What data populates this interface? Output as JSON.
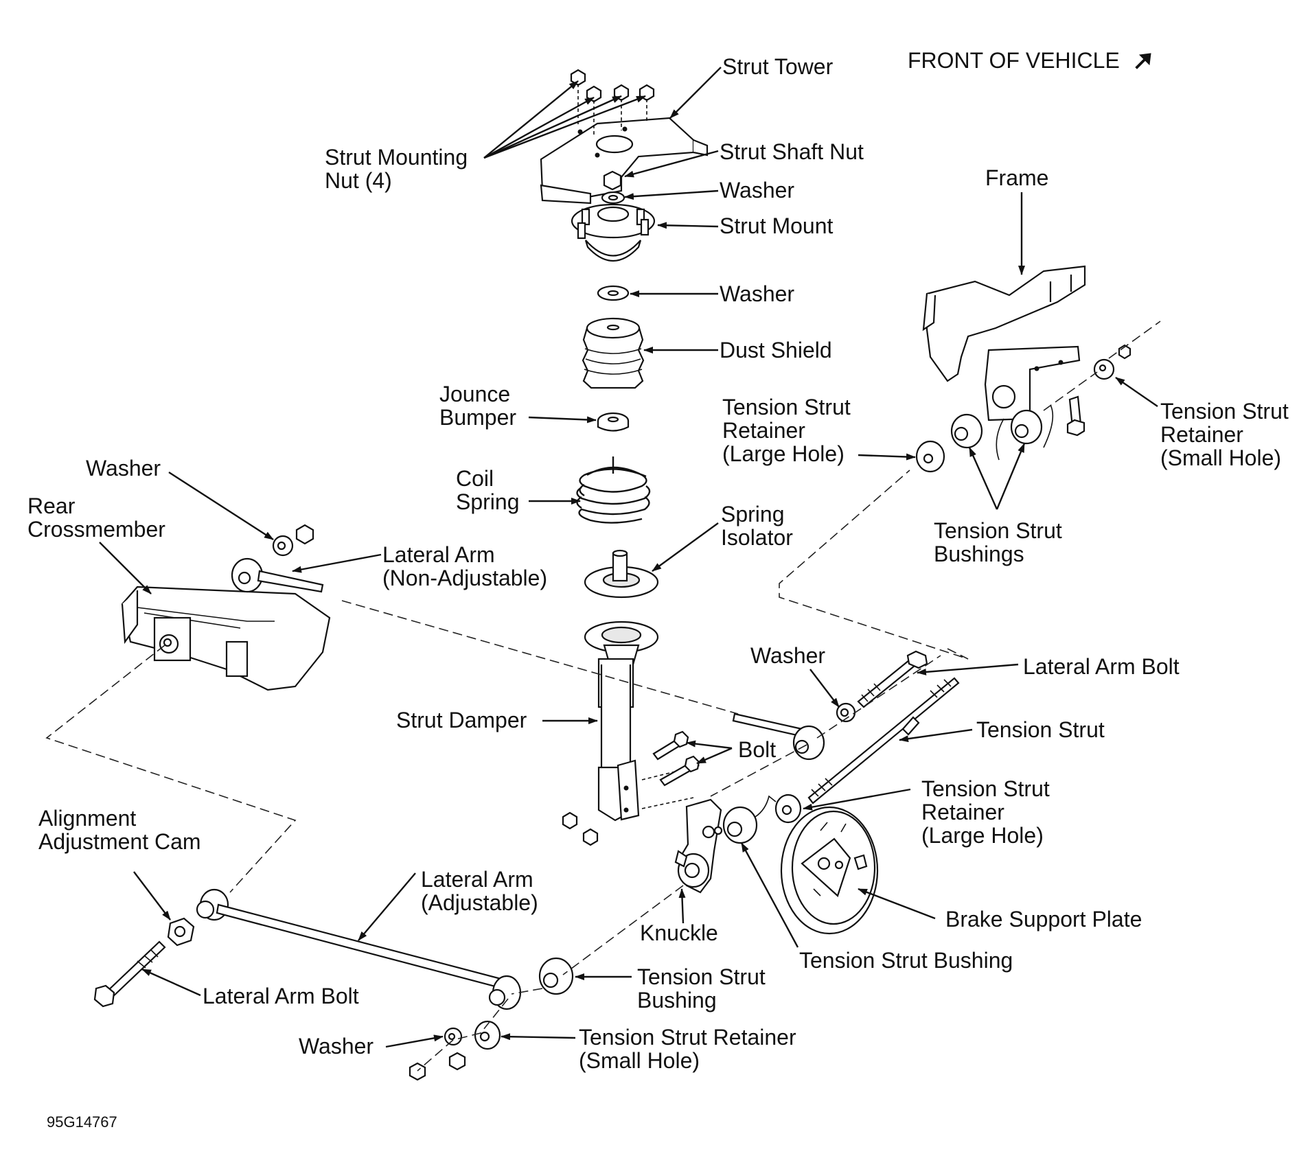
{
  "header": {
    "front_of_vehicle": "FRONT OF VEHICLE"
  },
  "figure_id": "95G14767",
  "labels": {
    "strut_tower": "Strut Tower",
    "strut_mounting_nut_1": "Strut Mounting",
    "strut_mounting_nut_2": "Nut (4)",
    "strut_shaft_nut": "Strut Shaft Nut",
    "washer_top": "Washer",
    "strut_mount": "Strut Mount",
    "washer_mid": "Washer",
    "dust_shield": "Dust Shield",
    "jounce_bumper_1": "Jounce",
    "jounce_bumper_2": "Bumper",
    "coil_spring_1": "Coil",
    "coil_spring_2": "Spring",
    "spring_isolator_1": "Spring",
    "spring_isolator_2": "Isolator",
    "strut_damper": "Strut Damper",
    "frame": "Frame",
    "ts_retainer_large_top_1": "Tension Strut",
    "ts_retainer_large_top_2": "Retainer",
    "ts_retainer_large_top_3": "(Large Hole)",
    "ts_retainer_small_top_1": "Tension Strut",
    "ts_retainer_small_top_2": "Retainer",
    "ts_retainer_small_top_3": "(Small Hole)",
    "ts_bushings_1": "Tension Strut",
    "ts_bushings_2": "Bushings",
    "washer_left": "Washer",
    "rear_crossmember_1": "Rear",
    "rear_crossmember_2": "Crossmember",
    "lateral_arm_nonadj_1": "Lateral Arm",
    "lateral_arm_nonadj_2": "(Non-Adjustable)",
    "washer_right": "Washer",
    "lateral_arm_bolt_right": "Lateral Arm Bolt",
    "tension_strut": "Tension Strut",
    "bolt": "Bolt",
    "ts_retainer_large_low_1": "Tension Strut",
    "ts_retainer_large_low_2": "Retainer",
    "ts_retainer_large_low_3": "(Large Hole)",
    "alignment_cam_1": "Alignment",
    "alignment_cam_2": "Adjustment Cam",
    "lateral_arm_adj_1": "Lateral Arm",
    "lateral_arm_adj_2": "(Adjustable)",
    "knuckle": "Knuckle",
    "brake_support_plate": "Brake Support Plate",
    "ts_bushing_right": "Tension Strut Bushing",
    "ts_bushing_low_1": "Tension Strut",
    "ts_bushing_low_2": "Bushing",
    "lateral_arm_bolt_left": "Lateral Arm Bolt",
    "washer_bottom": "Washer",
    "ts_retainer_small_low_1": "Tension Strut Retainer",
    "ts_retainer_small_low_2": "(Small Hole)"
  }
}
